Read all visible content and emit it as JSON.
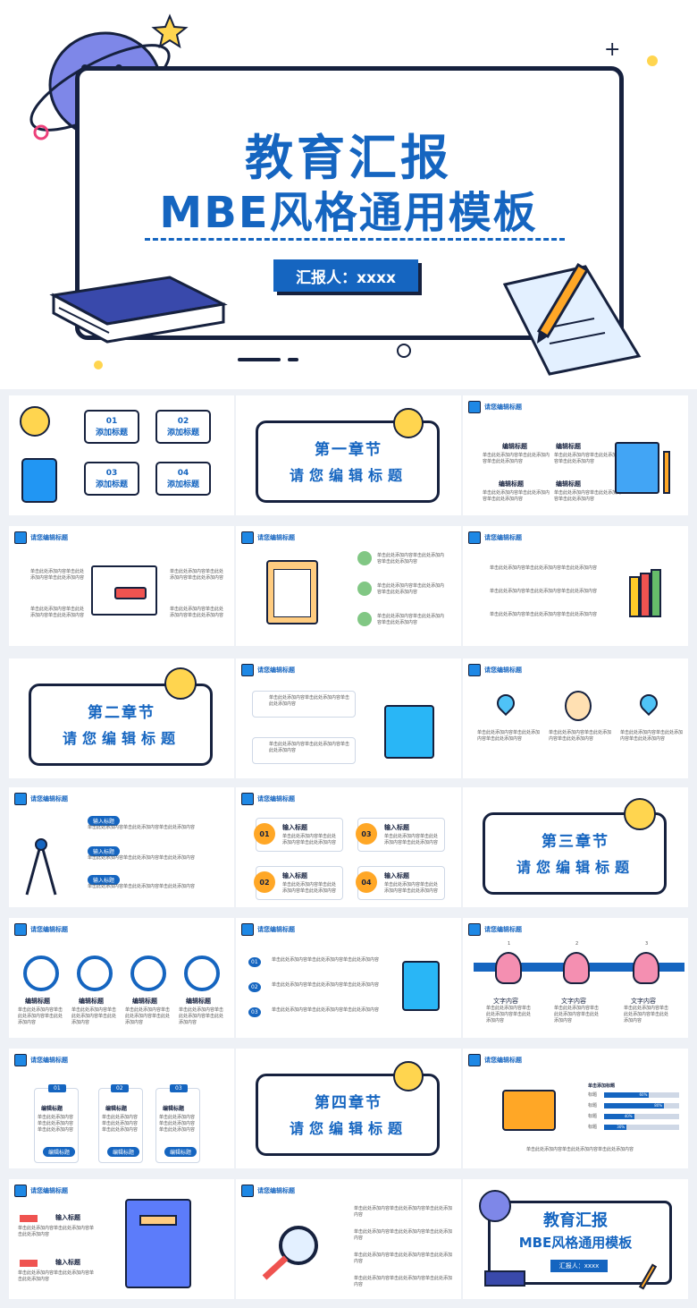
{
  "hero": {
    "title_line1": "教育汇报",
    "title_line2": "MBE风格通用模板",
    "reporter": "汇报人：xxxx"
  },
  "common": {
    "edit_title": "请您编辑标题",
    "body_text": "单击此处添加内容单击此处添加内容单击此处添加内容"
  },
  "toc": {
    "items": [
      {
        "num": "01",
        "label": "添加标题"
      },
      {
        "num": "02",
        "label": "添加标题"
      },
      {
        "num": "03",
        "label": "添加标题"
      },
      {
        "num": "04",
        "label": "添加标题"
      }
    ]
  },
  "chapters": [
    {
      "title": "第一章节",
      "subtitle": "请您编辑标题"
    },
    {
      "title": "第二章节",
      "subtitle": "请您编辑标题"
    },
    {
      "title": "第三章节",
      "subtitle": "请您编辑标题"
    },
    {
      "title": "第四章节",
      "subtitle": "请您编辑标题"
    }
  ],
  "slide3": {
    "labels": [
      "编辑标题",
      "编辑标题",
      "编辑标题",
      "编辑标题"
    ]
  },
  "slide10": {
    "labels": [
      "输入标题",
      "输入标题",
      "输入标题"
    ]
  },
  "slide11": {
    "items": [
      {
        "num": "01",
        "label": "输入标题"
      },
      {
        "num": "03",
        "label": "输入标题"
      },
      {
        "num": "02",
        "label": "输入标题"
      },
      {
        "num": "04",
        "label": "输入标题"
      }
    ]
  },
  "slide13": {
    "labels": [
      "编辑标题",
      "编辑标题",
      "编辑标题",
      "编辑标题"
    ]
  },
  "slide14": {
    "nums": [
      "01",
      "02",
      "03"
    ]
  },
  "slide15": {
    "steps": [
      "1",
      "2",
      "3"
    ],
    "labels": [
      "文字内容",
      "文字内容",
      "文字内容"
    ]
  },
  "slide16": {
    "items": [
      {
        "num": "01",
        "label": "编辑标题",
        "btn": "编辑标题"
      },
      {
        "num": "02",
        "label": "编辑标题",
        "btn": "编辑标题"
      },
      {
        "num": "03",
        "label": "编辑标题",
        "btn": "编辑标题"
      }
    ]
  },
  "slide18": {
    "title": "单击添加标题",
    "bars": [
      {
        "label": "标题",
        "value": 60,
        "text": "60%"
      },
      {
        "label": "标题",
        "value": 80,
        "text": "80%"
      },
      {
        "label": "标题",
        "value": 40,
        "text": "40%"
      },
      {
        "label": "标题",
        "value": 30,
        "text": "30%"
      }
    ]
  },
  "slide19": {
    "labels": [
      "输入标题",
      "输入标题"
    ]
  },
  "final": {
    "title_line1": "教育汇报",
    "title_line2": "MBE风格通用模板",
    "reporter": "汇报人：xxxx"
  },
  "colors": {
    "primary": "#1565c0",
    "outline": "#16213e",
    "accent_yellow": "#ffd54f",
    "accent_orange": "#ffa726"
  }
}
